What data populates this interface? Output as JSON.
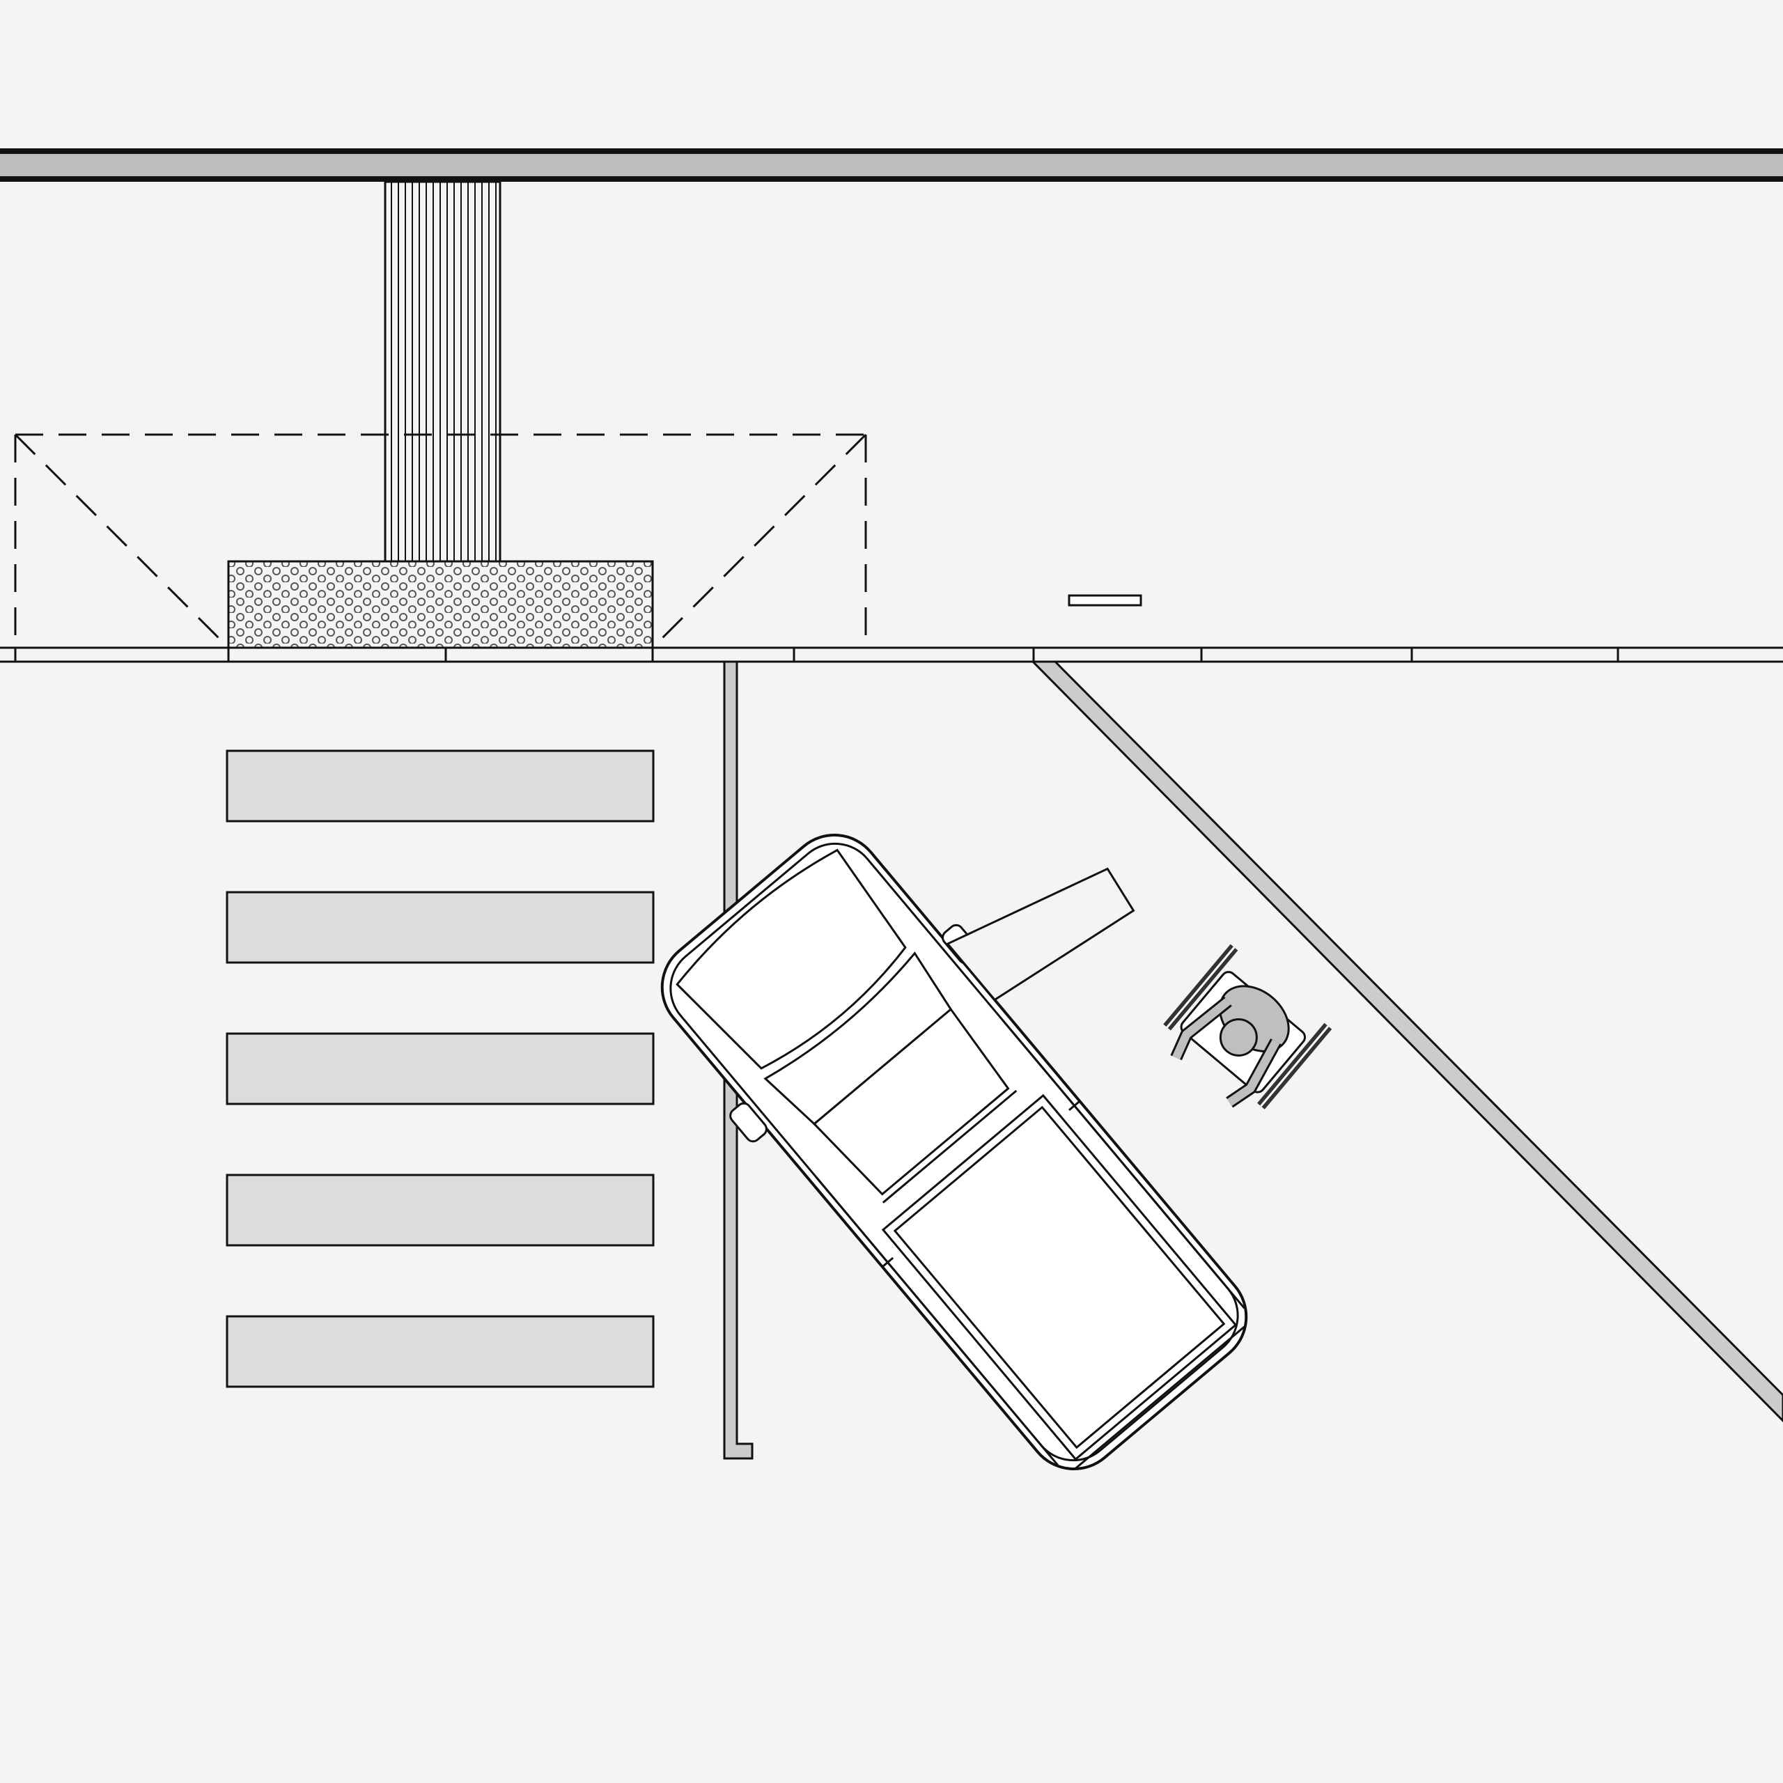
{
  "diagram": {
    "kind": "site-plan",
    "labels": [],
    "colors": {
      "background": "#f4f4f4",
      "line": "#111111",
      "wall_fill": "#bdbdbd",
      "crosswalk_fill": "#dcdcdc",
      "vehicle_fill": "#ffffff",
      "person_fill": "#bfbfbf"
    },
    "elements": {
      "building_wall": "building-wall",
      "striped_walkway": "striped-pedestrian-walkway",
      "detectable_pad": "detectable-warning-pad",
      "canopy_outline": "canopy-outline",
      "curb_line": "sidewalk-curb",
      "crosswalk_stripes": 5,
      "parking_divider": "parking-divider-line",
      "diagonal_access_aisle": "diagonal-access-aisle-line",
      "vehicle": "pickup-truck",
      "wheelchair_user": "person-in-wheelchair",
      "small_marker": "small-rectangular-marker"
    }
  }
}
